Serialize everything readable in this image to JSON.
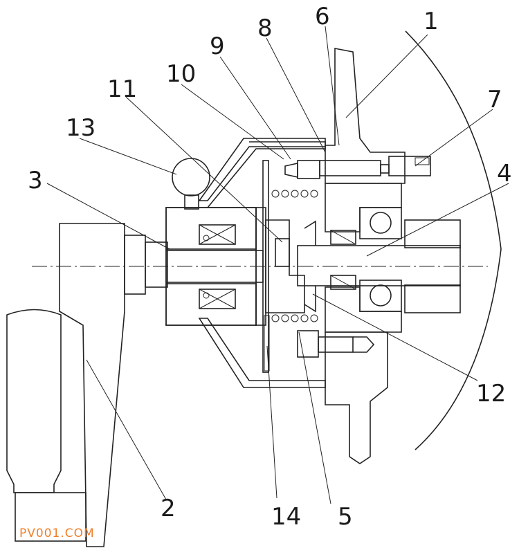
{
  "figure": {
    "labels": [
      "1",
      "2",
      "3",
      "4",
      "5",
      "6",
      "7",
      "8",
      "9",
      "10",
      "11",
      "12",
      "13",
      "14"
    ]
  },
  "watermark": "PV001.COM"
}
